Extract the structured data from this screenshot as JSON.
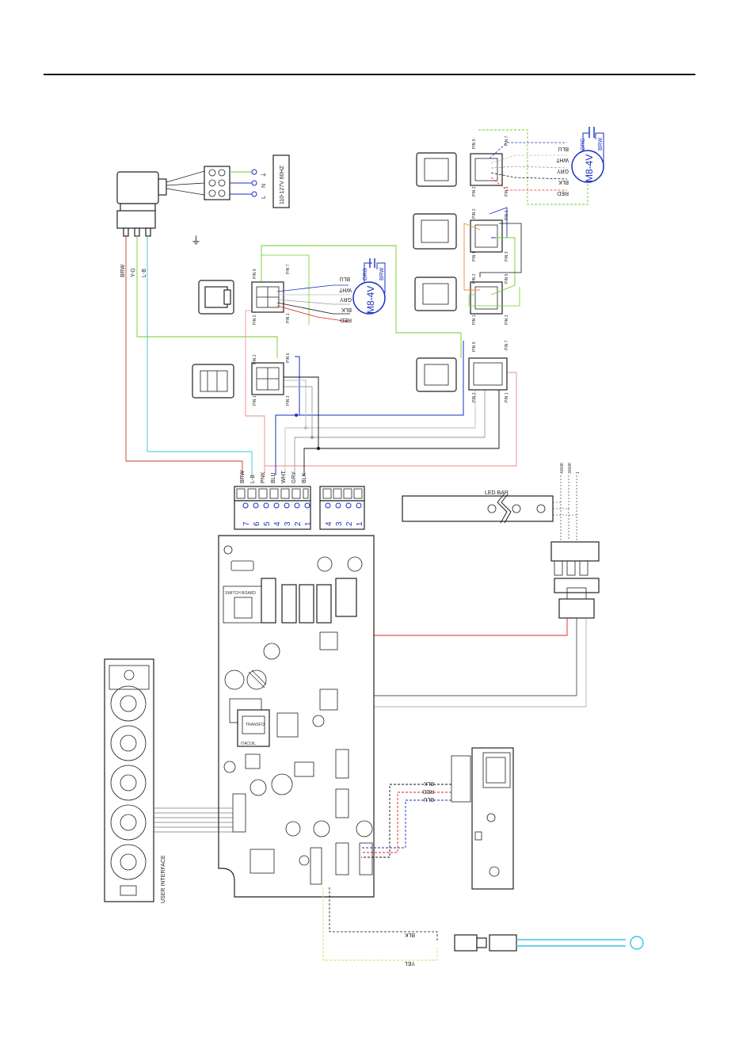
{
  "mains": {
    "supply_label": "110-127V 60HZ",
    "terminals": [
      "L",
      "N",
      "⏚"
    ],
    "ground_symbol": "⏚"
  },
  "plug_wires": [
    "BRW",
    "Y-G",
    "L-B"
  ],
  "motors": [
    {
      "label": "M8-4V",
      "cap_labels": [
        "ORG",
        "BRW"
      ],
      "wires": [
        "BLU",
        "WHT",
        "GRY",
        "BLK",
        "RED"
      ]
    },
    {
      "label": "M8-4V",
      "cap_labels": [
        "ORG",
        "BRW"
      ],
      "wires": [
        "BLU",
        "WHT",
        "GRY",
        "BLK",
        "RED"
      ]
    }
  ],
  "pin_labels": [
    "PIN 9",
    "PIN 7",
    "PIN 3",
    "PIN 1",
    "PIN 2",
    "PIN 6"
  ],
  "terminal_block": {
    "wires": [
      "BRW",
      "L-B",
      "PNK",
      "BLU",
      "WHT",
      "GRY",
      "BLK"
    ],
    "numbers": [
      "7",
      "6",
      "5",
      "4",
      "3",
      "2",
      "1"
    ]
  },
  "terminal_block_small": {
    "numbers": [
      "4",
      "3",
      "2",
      "1"
    ]
  },
  "led": {
    "title": "LED BAR",
    "connector_labels": [
      "4000K",
      "3000K",
      "1"
    ]
  },
  "board": {
    "relay_label": "SWITCH BOARD",
    "transformer_label": "TRANSFO",
    "brand_label": "ITACOIL"
  },
  "user_interface_label": "USER INTERFACE",
  "module_wires": [
    "BLK",
    "RED",
    "BLU"
  ],
  "sensor_wires": [
    "BLK",
    "YEL"
  ],
  "colors": {
    "brown": "#c0392b",
    "green": "#6ecf2a",
    "light_blue": "#33c7e6",
    "blue": "#1a2fbf",
    "grey": "#9a9a9a",
    "black": "#111111",
    "red": "#e02020",
    "pink": "#f08a8a",
    "orange": "#ef8b2c",
    "yellow": "#e8d54a"
  }
}
